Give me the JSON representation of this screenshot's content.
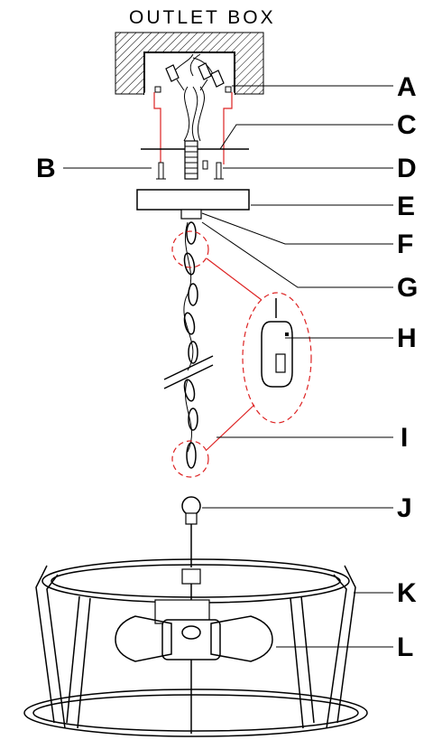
{
  "diagram": {
    "title": "OUTLET BOX",
    "labels": [
      "A",
      "B",
      "C",
      "D",
      "E",
      "F",
      "G",
      "H",
      "I",
      "J",
      "K",
      "L"
    ]
  }
}
